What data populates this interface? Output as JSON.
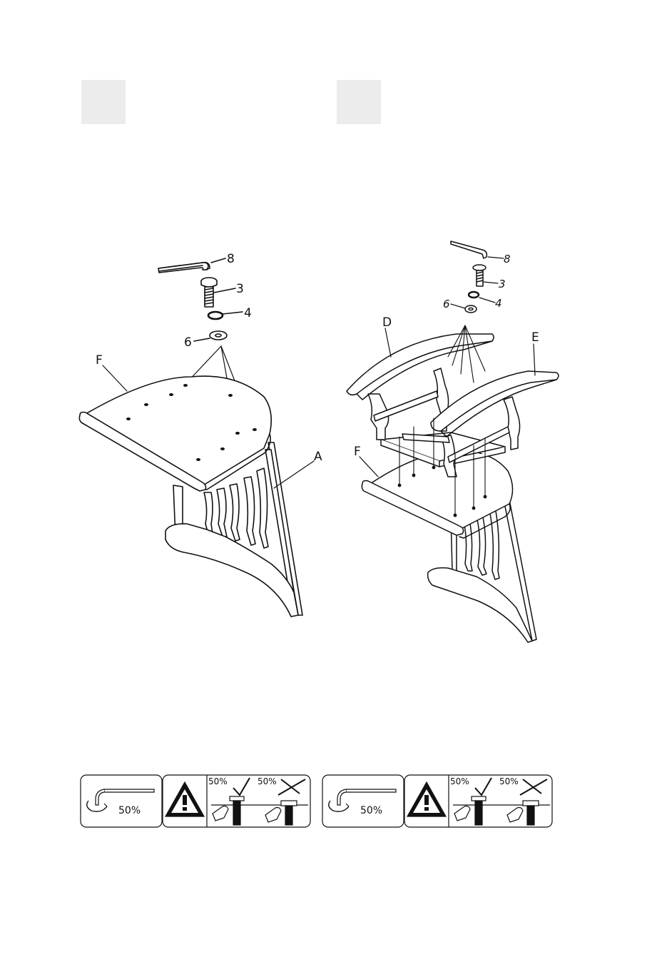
{
  "steps": [
    {
      "number": ""
    },
    {
      "number": ""
    }
  ],
  "left_diagram": {
    "labels": {
      "allen_key": "8",
      "bolt": "3",
      "spring_washer": "4",
      "washer": "6",
      "seat": "F",
      "leg_assembly": "A"
    }
  },
  "right_diagram": {
    "labels": {
      "allen_key": "8",
      "bolt": "3",
      "spring_washer": "4",
      "washer": "6",
      "left_arm": "D",
      "right_arm": "E",
      "seat": "F"
    }
  },
  "tightening_panels": [
    {
      "turn_percent": "50%",
      "ok_percent": "50%",
      "not_ok_percent": "50%"
    },
    {
      "turn_percent": "50%",
      "ok_percent": "50%",
      "not_ok_percent": "50%"
    }
  ],
  "icons": [
    "allen-key-turn-icon",
    "warning-triangle-icon",
    "check-icon",
    "cross-icon",
    "hand-icon",
    "bolt-icon"
  ]
}
